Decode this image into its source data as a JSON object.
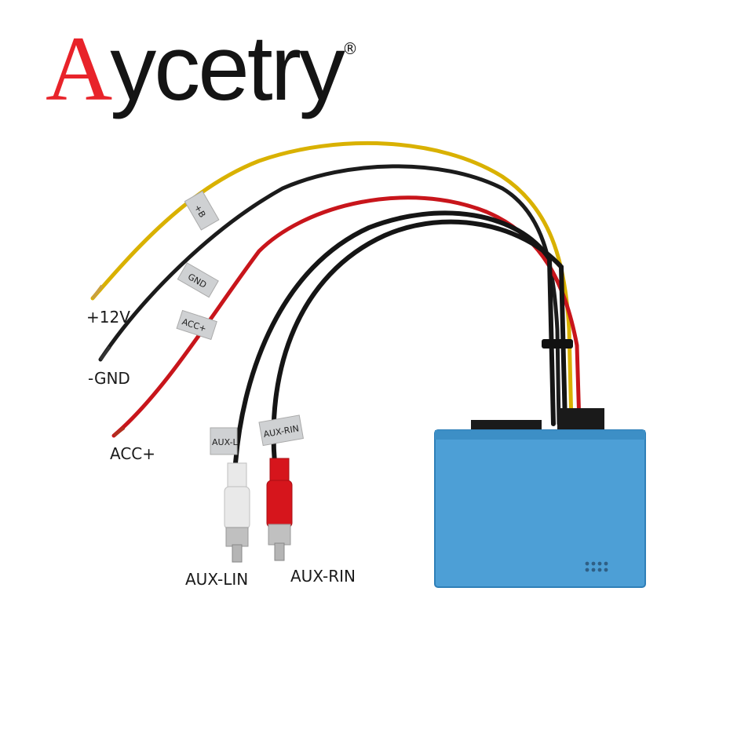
{
  "brand": {
    "first_letter": "A",
    "rest": "ycetry",
    "registered": "®",
    "colors": {
      "first_letter": "#e8232a",
      "rest": "#141414"
    }
  },
  "wire_labels": {
    "plus_12v": "+12V",
    "gnd": "-GND",
    "acc": "ACC+",
    "aux_lin": "AUX-LIN",
    "aux_rin": "AUX-RIN"
  },
  "wire_tags": {
    "b_plus": "+B",
    "gnd": "GND",
    "acc": "ACC+",
    "aux_l": "AUX-L",
    "aux_rin": "AUX-RIN"
  },
  "colors": {
    "yellow_wire": "#d9b100",
    "black_wire": "#1b1b1b",
    "red_wire": "#c8151b",
    "box": "#4d9fd6",
    "box_shadow": "#2f7fb8",
    "rca_white": "#e9e9e9",
    "rca_red": "#d6151c"
  },
  "icons": {
    "module_box": "blue-module-icon",
    "rca_left": "white-rca-plug-icon",
    "rca_right": "red-rca-plug-icon"
  }
}
